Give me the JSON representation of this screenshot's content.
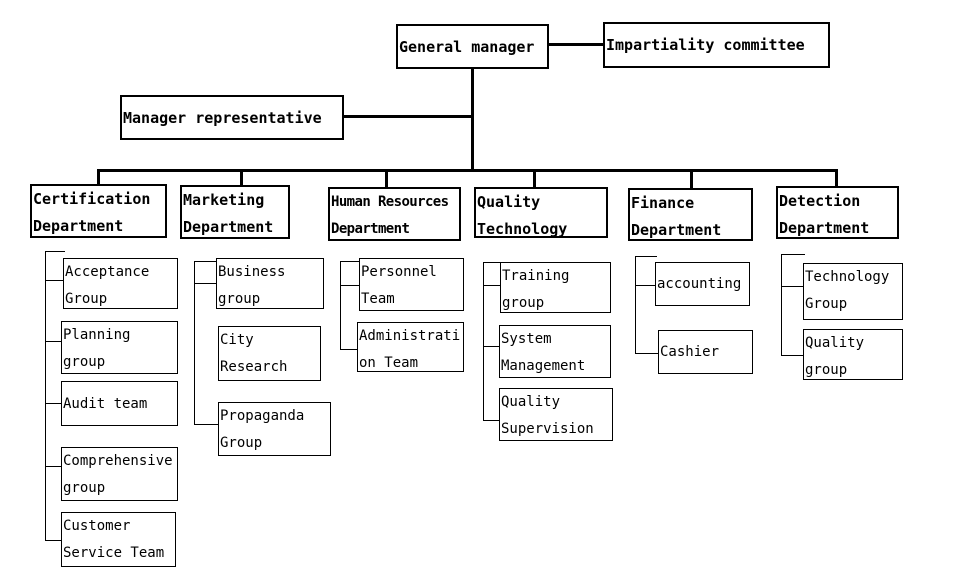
{
  "top": {
    "general_manager": "General manager",
    "impartiality_committee": "Impartiality committee",
    "manager_representative": "Manager representative"
  },
  "departments": [
    {
      "name": "Certification\nDepartment",
      "groups": [
        "Acceptance\nGroup",
        "Planning\ngroup",
        "Audit team",
        "Comprehensive\ngroup",
        "Customer\nService Team"
      ]
    },
    {
      "name": "Marketing\nDepartment",
      "groups": [
        "Business\ngroup",
        "City\nResearch",
        "Propaganda\nGroup"
      ]
    },
    {
      "name": "Human Resources\nDepartment",
      "groups": [
        "Personnel\nTeam",
        "Administrati\non Team"
      ]
    },
    {
      "name": "Quality\nTechnology",
      "groups": [
        "Training\ngroup",
        "System\nManagement",
        "Quality\nSupervision"
      ]
    },
    {
      "name": "Finance\nDepartment",
      "groups": [
        "accounting",
        "Cashier"
      ]
    },
    {
      "name": "Detection\nDepartment",
      "groups": [
        "Technology\nGroup",
        "Quality\ngroup"
      ]
    }
  ]
}
